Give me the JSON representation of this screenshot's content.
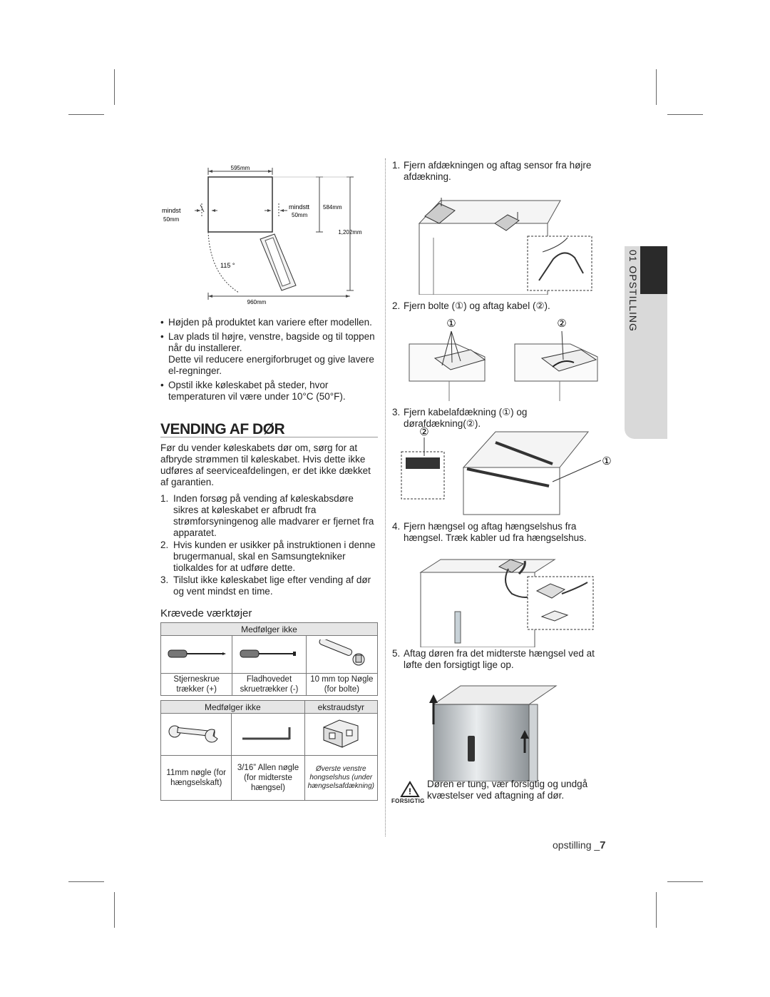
{
  "side_tab": {
    "label": "01 OPSTILLING"
  },
  "clearance": {
    "w595": "595mm",
    "min_left": "mindst",
    "min_left_val": "50mm",
    "min_right": "mindstt",
    "min_right_val": "50mm",
    "d584": "584mm",
    "d1202": "1,202mm",
    "angle": "115 °",
    "w960": "960mm"
  },
  "bullets": [
    {
      "text": "Højden på produktet kan variere efter modellen."
    },
    {
      "text": "Lav plads til højre, venstre, bagside og til toppen når du installerer.",
      "cont": "Dette vil reducere energiforbruget og give lavere el-regninger."
    },
    {
      "text": "Opstil ikke køleskabet på steder, hvor temperaturen vil være under 10°C (50°F)."
    }
  ],
  "section": {
    "title": "VENDING AF DØR",
    "intro": "Før du vender køleskabets dør om, sørg for at afbryde strømmen til køleskabet. Hvis dette ikke udføres af seerviceafdelingen, er det ikke dækket af garantien.",
    "items": [
      {
        "n": "1.",
        "text": "Inden forsøg på vending af køleskabsdøre sikres at køleskabet er afbrudt fra strømforsyningenog alle madvarer er fjernet fra apparatet."
      },
      {
        "n": "2.",
        "text": "Hvis kunden er usikker på instruktionen i denne brugermanual, skal en Samsungtekniker tiolkaldes for at udføre dette."
      },
      {
        "n": "3.",
        "text": "Tilslut ikke køleskabet lige efter vending af dør og vent mindst en time."
      }
    ]
  },
  "tools": {
    "heading": "Krævede værktøjer",
    "table1": {
      "header": "Medfølger ikke",
      "labels": [
        "Stjerneskrue trækker (+)",
        "Fladhovedet skruetrækker (-)",
        "10 mm top Nøgle (for bolte)"
      ]
    },
    "table2": {
      "header1": "Medfølger ikke",
      "header2": "ekstraudstyr",
      "labels": [
        "11mm nøgle (for hængselskaft)",
        "3/16” Allen nøgle (for midterste hængsel)",
        "Øverste venstre hongselshus (under hængselsafdækning)"
      ]
    }
  },
  "steps": [
    {
      "n": "1.",
      "text": "Fjern afdækningen og aftag sensor fra højre afdækning."
    },
    {
      "n": "2.",
      "text": "Fjern bolte (①) og aftag kabel (②)."
    },
    {
      "n": "3.",
      "text": "Fjern kabelafdækning (①) og dørafdækning(②)."
    },
    {
      "n": "4.",
      "text": "Fjern hængsel og aftag hængselshus fra hængsel. Træk kabler ud fra hængselshus."
    },
    {
      "n": "5.",
      "text": "Aftag døren fra det midterste hængsel ved at løfte den forsigtigt lige op."
    }
  ],
  "markers": {
    "one": "①",
    "two": "②"
  },
  "caution": {
    "label": "FORSIGTIG",
    "text": "Døren er tung, vær forsigtig og undgå kvæstelser ved aftagning af dør."
  },
  "footer": {
    "section": "opstilling _",
    "page": "7"
  }
}
